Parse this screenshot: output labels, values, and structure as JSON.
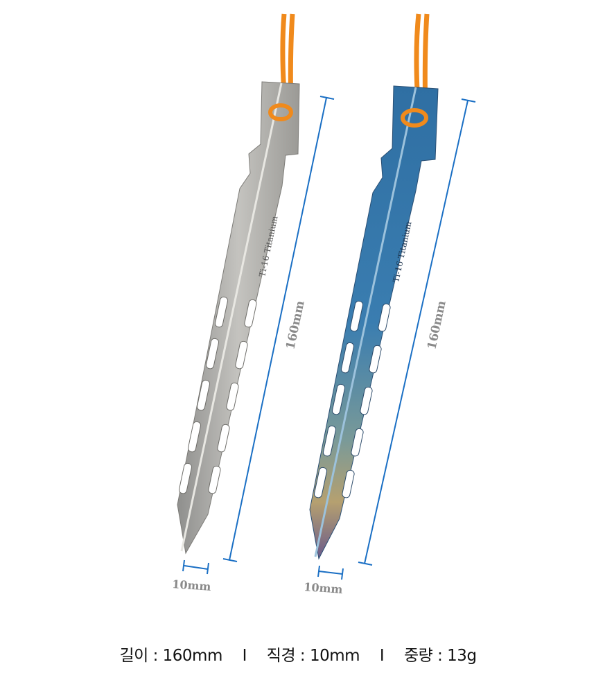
{
  "product": {
    "stakes": [
      {
        "name": "titanium-natural",
        "logo": "Ti-16 Titanium",
        "length_label": "160mm",
        "width_label": "10mm"
      },
      {
        "name": "titanium-blue",
        "logo": "Ti-16 Titanium",
        "length_label": "160mm",
        "width_label": "10mm"
      }
    ],
    "colors": {
      "dimension_line": "#1a6fc4",
      "label": "#8a8a8a",
      "cord": "#f08a1c"
    }
  },
  "specs": {
    "length": "길이 : 160mm",
    "separator": "I",
    "diameter": "직경 : 10mm",
    "weight": "중량 : 13g"
  }
}
